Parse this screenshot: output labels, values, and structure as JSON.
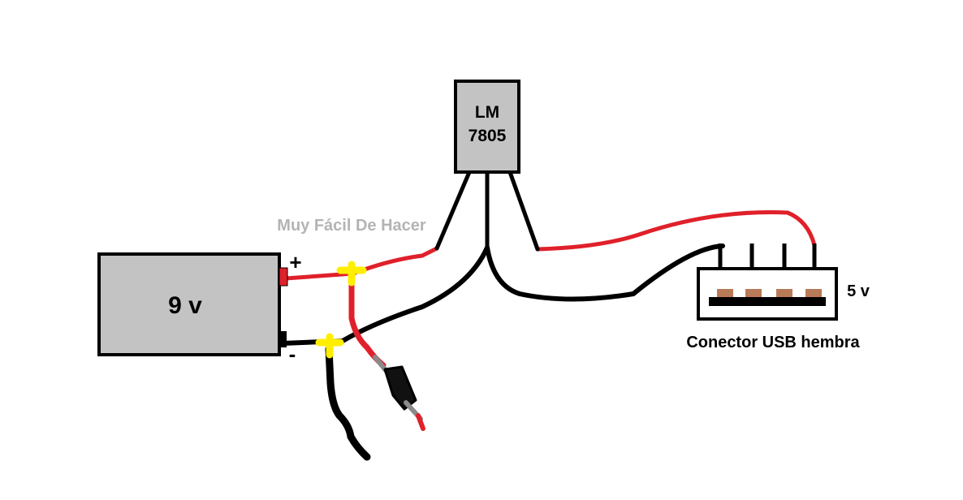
{
  "watermark": "Muy Fácil De Hacer",
  "regulator": {
    "line1": "LM",
    "line2": "7805"
  },
  "battery": {
    "label": "9 v",
    "plus": "+",
    "minus": "-"
  },
  "usb": {
    "voltage": "5 v",
    "caption": "Conector USB hembra"
  },
  "colors": {
    "component_fill": "#c3c3c3",
    "positive_wire": "#e0202a",
    "negative_wire": "#000000",
    "junction": "#ffee00",
    "lead": "#8a8a8a",
    "usb_pin": "#b97a57",
    "watermark": "#b4b4b4"
  }
}
